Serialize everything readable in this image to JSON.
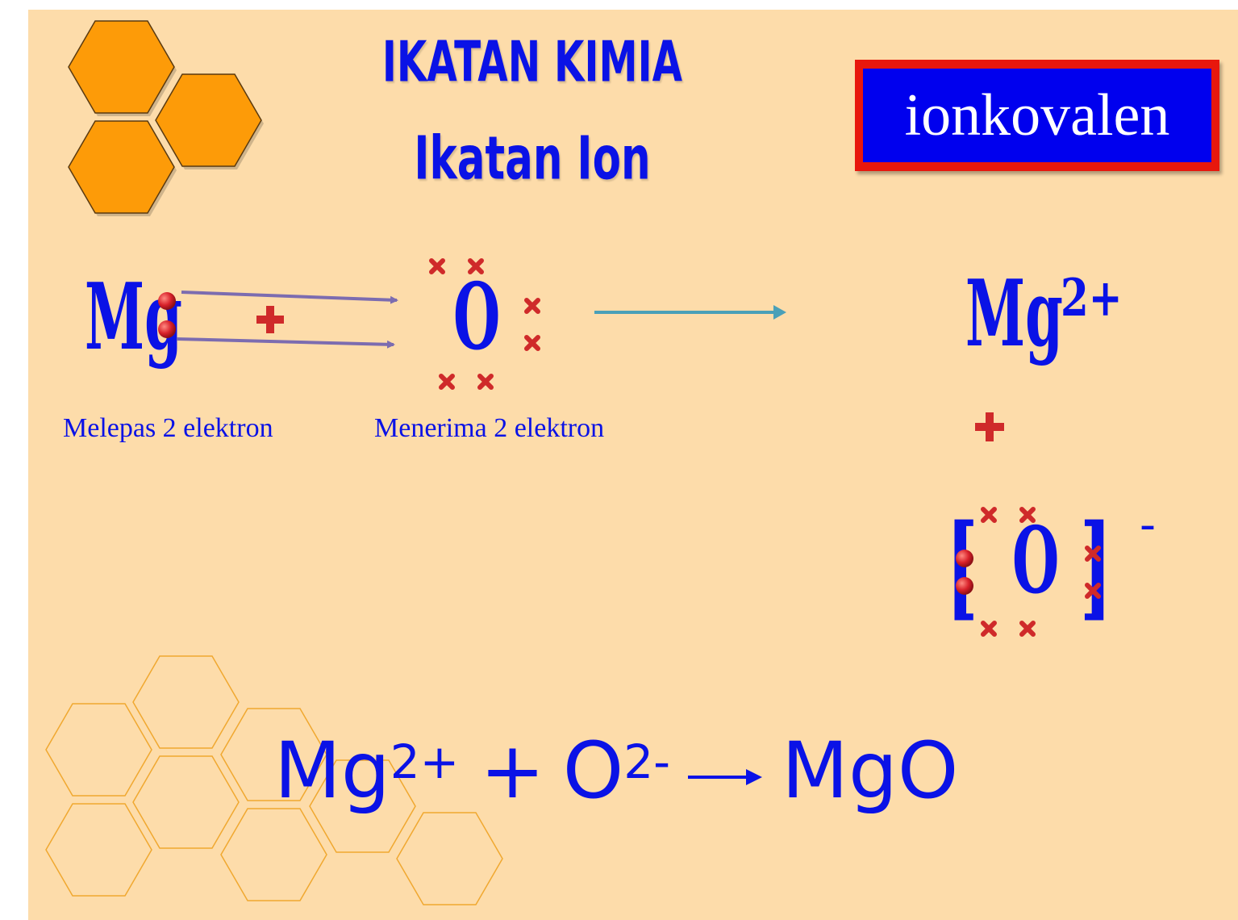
{
  "slide": {
    "background": "#fddcaa",
    "accent_blue": "#0a12e6",
    "hexagon_color": "#fd9b08",
    "electron_color": "#d8212a"
  },
  "title": {
    "line1": "IKATAN KIMIA",
    "line2": "Ikatan Ion"
  },
  "badge": {
    "text": "ionkovalen",
    "border_color": "#e8170d",
    "fill_color": "#0000ee"
  },
  "diagram": {
    "magnesium_symbol": "Mg",
    "oxygen_symbol": "O",
    "magnesium_ion_symbol": "Mg",
    "magnesium_ion_charge": "2+",
    "oxide_ion_symbol": "O",
    "bracket_left": "[",
    "bracket_right": "]",
    "oxide_ion_charge": "ˉ",
    "caption_left": "Melepas 2 elektron",
    "caption_right": "Menerima 2 elektron"
  },
  "equation": {
    "reactant1": "Mg",
    "reactant1_charge": "2+",
    "plus": "+",
    "reactant2": "O",
    "reactant2_charge": "2-",
    "product": "MgO"
  }
}
